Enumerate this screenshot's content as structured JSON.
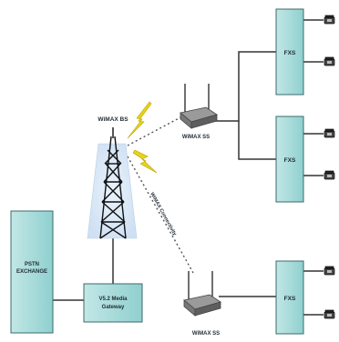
{
  "tower": {
    "label": "WiMAX BS",
    "link_label": "WiMAX Connectivity"
  },
  "pstn": {
    "line1": "PSTN",
    "line2": "EXCHANGE"
  },
  "gateway": {
    "line1": "V5.2 Media",
    "line2": "Gateway"
  },
  "subscriber_stations": [
    {
      "label": "WiMAX SS"
    },
    {
      "label": "WiMAX SS"
    }
  ],
  "fxs_units": [
    {
      "label": "FXS"
    },
    {
      "label": "FXS"
    },
    {
      "label": "FXS"
    }
  ],
  "colors": {
    "box_fill": "#8fd0cf",
    "box_fill_light": "#c2e7e6",
    "line": "#333333",
    "lightning": "#e8d21a",
    "tower_glow": "#d8e8f6"
  }
}
